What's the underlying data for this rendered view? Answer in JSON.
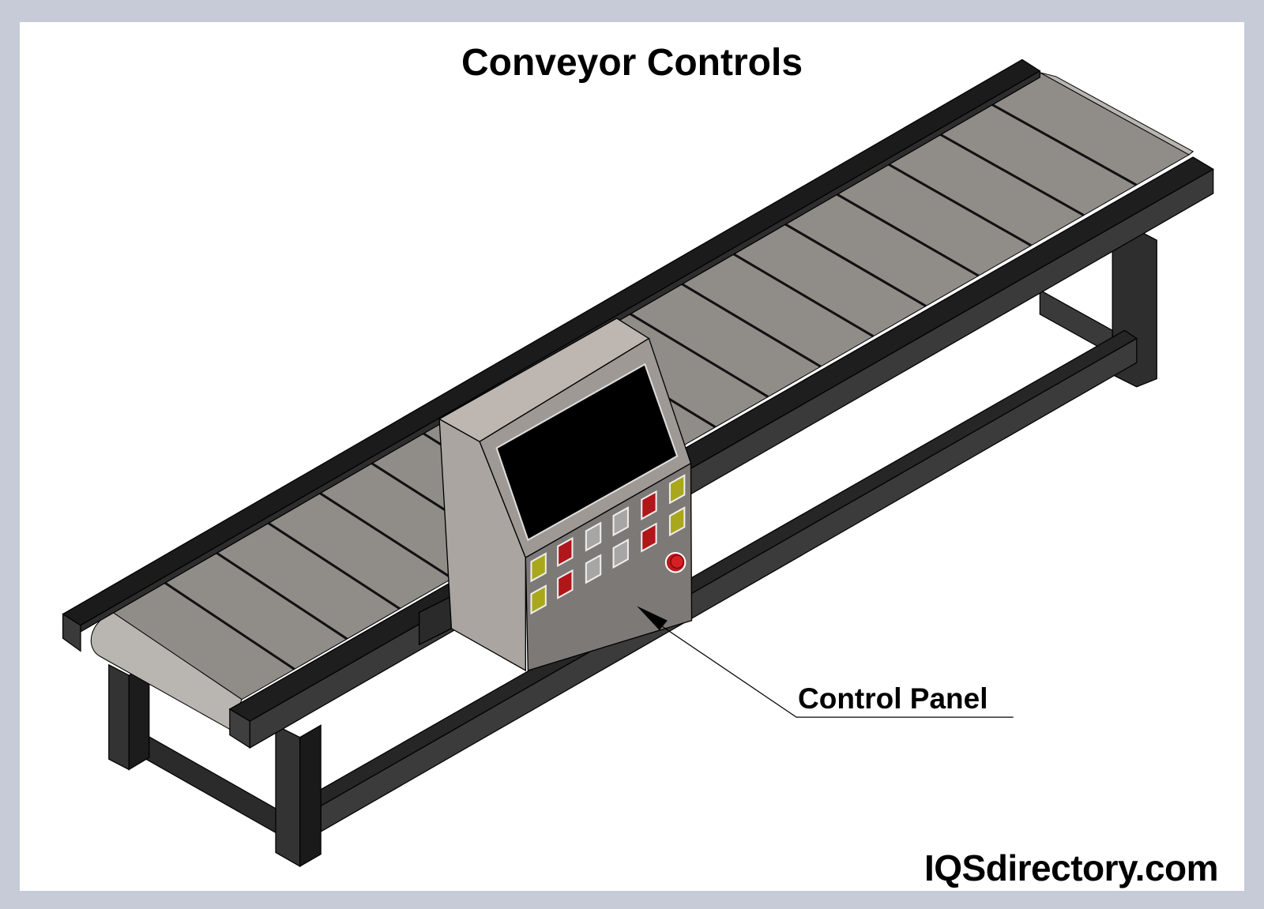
{
  "title": "Conveyor Controls",
  "callout": {
    "label": "Control Panel"
  },
  "watermark": "IQSdirectory.com",
  "colors": {
    "frame": "#c6cbd7",
    "belt": "#908d89",
    "rail": "#222222",
    "panel": "#b4aea9",
    "screen": "#000000",
    "button_red": "#b0161a",
    "button_yellow": "#a9a81c",
    "button_gray": "#a8a6a4"
  },
  "panel_buttons": [
    "yellow",
    "yellow",
    "red",
    "red",
    "gray",
    "gray",
    "gray",
    "gray",
    "red",
    "red",
    "yellow",
    "yellow"
  ],
  "belt_slats": 17
}
